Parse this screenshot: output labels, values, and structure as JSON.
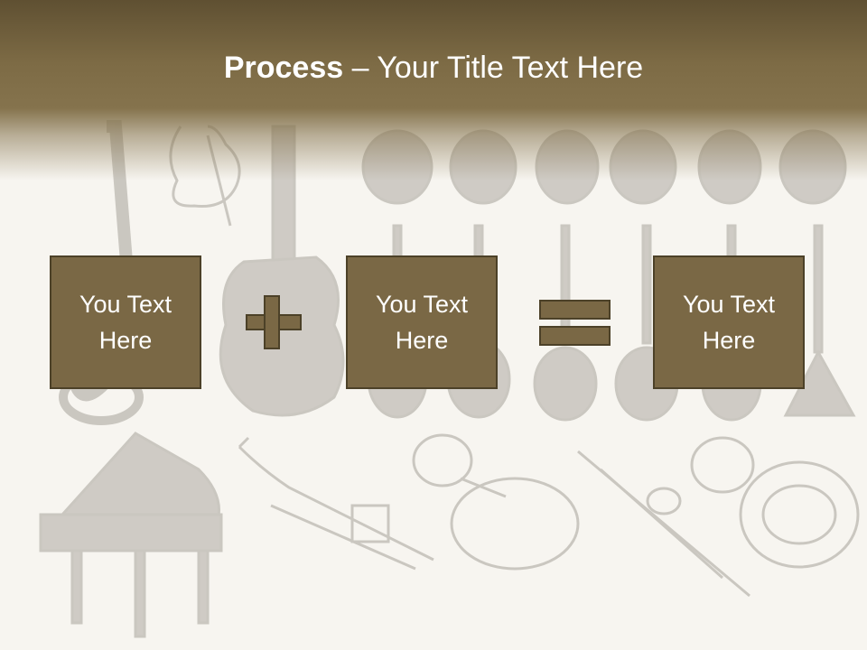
{
  "slide": {
    "title_bold": "Process",
    "title_rest": " – Your Title Text Here",
    "boxes": [
      {
        "line1": "You Text",
        "line2": "Here"
      },
      {
        "line1": "You Text",
        "line2": "Here"
      },
      {
        "line1": "You Text",
        "line2": "Here"
      }
    ],
    "operators": [
      "plus",
      "equals"
    ]
  },
  "colors": {
    "header": "#7d6b45",
    "box_fill": "#7a6845",
    "box_border": "#4c4128",
    "background": "#f7f5f0",
    "text": "#ffffff"
  },
  "background_art": {
    "icons": [
      "saxophone-icon",
      "cello-icon",
      "electric-guitar-icon",
      "grand-piano-icon",
      "trumpet-icon",
      "tuba-icon",
      "trombone-icon",
      "french-horn-icon"
    ]
  }
}
